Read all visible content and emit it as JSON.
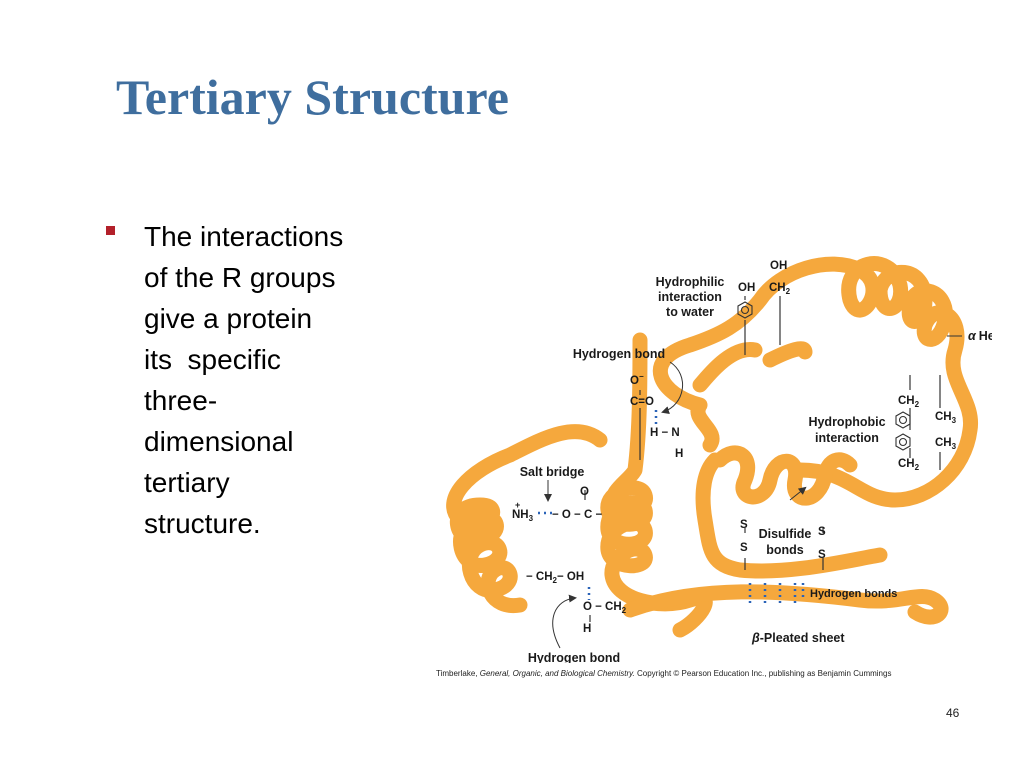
{
  "slide": {
    "title": "Tertiary Structure",
    "bullet_lines": [
      "The interactions",
      "of the R groups",
      "give a protein",
      "its  specific",
      "three-",
      "dimensional",
      "tertiary",
      "structure."
    ],
    "page_number": "46"
  },
  "figure": {
    "labels": {
      "hydrophilic": [
        "Hydrophilic",
        "interaction",
        "to water"
      ],
      "hydrogen_bond_top": "Hydrogen bond",
      "alpha_helix": "Helix",
      "alpha_symbol": "α",
      "hydrophobic": [
        "Hydrophobic",
        "interaction"
      ],
      "salt_bridge": "Salt bridge",
      "disulfide": [
        "Disulfide",
        "bonds"
      ],
      "hydrogen_bonds_sheet": "Hydrogen bonds",
      "pleated_sheet": "-Pleated sheet",
      "beta_symbol": "β",
      "hydrogen_bond_bottom": "Hydrogen bond"
    },
    "chemistry": {
      "oh_top": "OH",
      "oh_left": "OH",
      "ch2": "CH",
      "sub2": "2",
      "sub3": "3",
      "o_minus": "O",
      "minus": "−",
      "c_eq_o": "C=O",
      "h_n": "H − N",
      "h": "H",
      "ch3": "CH",
      "plus": "+",
      "nh3": "NH",
      "o_c": "− O − C −",
      "o": "O",
      "s": "S",
      "ch2_oh": "− CH",
      "oh": "− OH",
      "o_ch2": "O − CH"
    },
    "credit": {
      "author": "Timberlake, ",
      "book": "General, Organic, and Biological Chemistry.",
      "copyright": "  Copyright © Pearson Education Inc., publishing as Benjamin Cummings"
    },
    "colors": {
      "chain": "#f5a83d",
      "chain_highlight": "#fbd38a",
      "hbond": "#2a63b8",
      "title": "#3f6e9e",
      "bullet": "#b3202a"
    }
  }
}
